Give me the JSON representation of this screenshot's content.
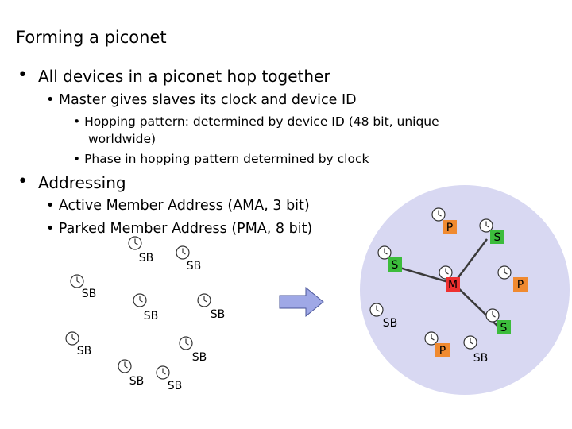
{
  "title": "Forming a piconet",
  "bullets": {
    "b1_hop": "All devices in a piconet hop together",
    "b2_master": "Master gives slaves its clock and device ID",
    "b3_hopping_line1": "Hopping pattern: determined by device ID (48 bit, unique",
    "b3_hopping_line2": "worldwide)",
    "b3_phase": "Phase in hopping pattern determined by clock",
    "b1_addressing": "Addressing",
    "b2_ama": "Active Member Address (AMA, 3 bit)",
    "b2_pma": "Parked Member Address (PMA, 8 bit)"
  },
  "legend_colors": {
    "piconet_fill": "#d8d8f2",
    "parked": "#f08a30",
    "slave": "#3cbc3c",
    "master": "#ee3030",
    "arrow": "#9fa8e6"
  },
  "left_devices": [
    {
      "label": "SB"
    },
    {
      "label": "SB"
    },
    {
      "label": "SB"
    },
    {
      "label": "SB"
    },
    {
      "label": "SB"
    },
    {
      "label": "SB"
    },
    {
      "label": "SB"
    },
    {
      "label": "SB"
    },
    {
      "label": "SB"
    }
  ],
  "right_devices": [
    {
      "label": "P",
      "role": "parked"
    },
    {
      "label": "S",
      "role": "slave"
    },
    {
      "label": "S",
      "role": "slave"
    },
    {
      "label": "M",
      "role": "master"
    },
    {
      "label": "P",
      "role": "parked"
    },
    {
      "label": "SB",
      "role": "standby"
    },
    {
      "label": "S",
      "role": "slave"
    },
    {
      "label": "P",
      "role": "parked"
    },
    {
      "label": "SB",
      "role": "standby"
    }
  ]
}
